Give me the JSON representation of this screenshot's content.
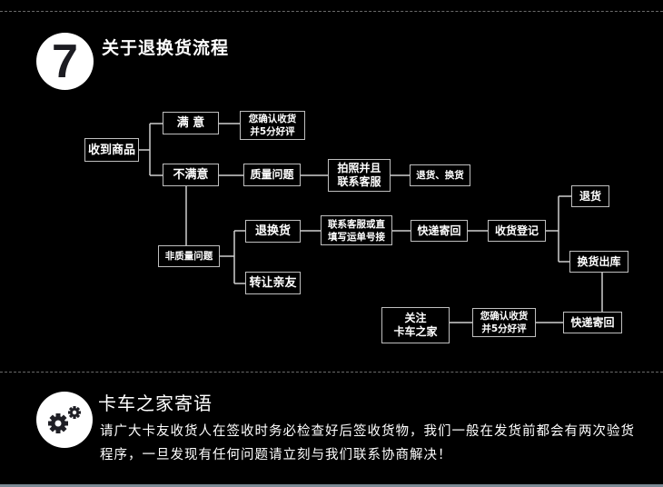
{
  "section": {
    "number": "7",
    "title": "关于退换货流程"
  },
  "flow": {
    "receive": "收到商品",
    "satisfied": "满 意",
    "confirm_rate_1": "您确认收货\n并5分好评",
    "unsatisfied": "不满意",
    "quality_issue": "质量问题",
    "photo_contact": "拍照并且\n联系客服",
    "return_exchange_1": "退货、换货",
    "non_quality_issue": "非质量问题",
    "return_exchange_2": "退换货",
    "transfer_friend": "转让亲友",
    "contact_fill": "联系客服或直\n填写运单号接",
    "express_back_1": "快递寄回",
    "receipt_register": "收货登记",
    "refund": "退货",
    "exchange_out": "换货出库",
    "express_back_2": "快递寄回",
    "confirm_rate_2": "您确认收货\n并5分好评",
    "follow": "关注\n卡车之家"
  },
  "tips": {
    "icon": "gears-icon",
    "title": "卡车之家寄语",
    "text": "请广大卡友收货人在签收时务必检查好后签收货物，我们一般在发货前都会有两次验货程序，一旦发现有任何问题请立刻与我们联系协商解决！"
  },
  "colors": {
    "background": "#000000",
    "box_border": "#bfbfbf",
    "line": "#cfcfcf",
    "badge": "#ffffff",
    "badge_text": "#1c1c22"
  }
}
